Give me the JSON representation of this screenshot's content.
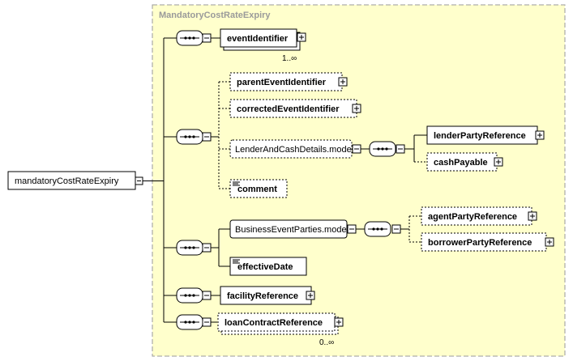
{
  "diagram": {
    "group_title": "MandatoryCostRateExpiry",
    "root": {
      "label": "mandatoryCostRateExpiry"
    },
    "elements": {
      "eventIdentifier": {
        "label": "eventIdentifier",
        "cardinality": "1..∞"
      },
      "parentEventIdentifier": {
        "label": "parentEventIdentifier"
      },
      "correctedEventIdentifier": {
        "label": "correctedEventIdentifier"
      },
      "lenderAndCashDetails": {
        "label": "LenderAndCashDetails.model"
      },
      "lenderPartyReference": {
        "label": "lenderPartyReference"
      },
      "cashPayable": {
        "label": "cashPayable"
      },
      "comment": {
        "label": "comment"
      },
      "businessEventParties": {
        "label": "BusinessEventParties.model"
      },
      "agentPartyReference": {
        "label": "agentPartyReference"
      },
      "borrowerPartyReference": {
        "label": "borrowerPartyReference"
      },
      "effectiveDate": {
        "label": "effectiveDate"
      },
      "facilityReference": {
        "label": "facilityReference"
      },
      "loanContractReference": {
        "label": "loanContractReference",
        "cardinality": "0..∞"
      }
    },
    "colors": {
      "group_fill": "#ffffcc",
      "group_border": "#9a9a9a",
      "line": "#000000"
    }
  }
}
